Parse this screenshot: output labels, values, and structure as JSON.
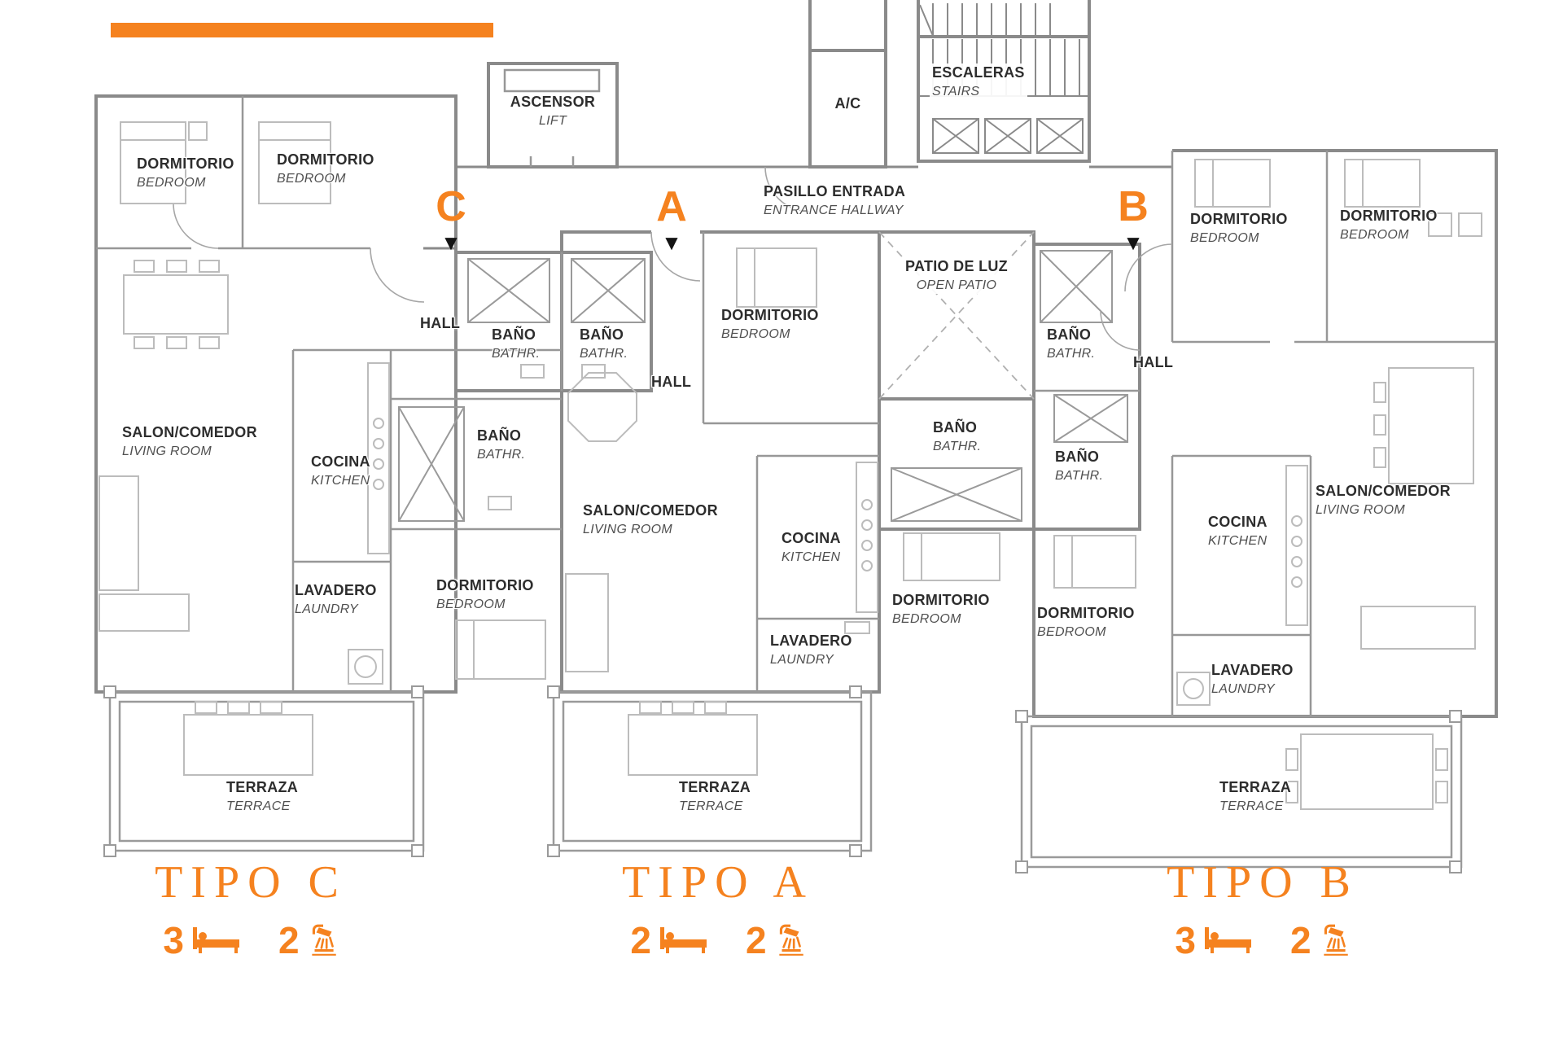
{
  "accent": "#F5821F",
  "markers": [
    {
      "letter": "C",
      "arrow": "▼"
    },
    {
      "letter": "A",
      "arrow": "▼"
    },
    {
      "letter": "B",
      "arrow": "▼"
    }
  ],
  "core": {
    "lift_es": "ASCENSOR",
    "lift_en": "LIFT",
    "ac_label": "A/C",
    "stairs_es": "ESCALERAS",
    "stairs_en": "STAIRS",
    "hallway_es": "PASILLO ENTRADA",
    "hallway_en": "ENTRANCE HALLWAY",
    "patio_es": "PATIO DE LUZ",
    "patio_en": "OPEN PATIO"
  },
  "rooms": [
    {
      "es": "DORMITORIO",
      "en": "BEDROOM"
    },
    {
      "es": "DORMITORIO",
      "en": "BEDROOM"
    },
    {
      "es": "SALON/COMEDOR",
      "en": "LIVING ROOM"
    },
    {
      "es": "COCINA",
      "en": "KITCHEN"
    },
    {
      "es": "LAVADERO",
      "en": "LAUNDRY"
    },
    {
      "es": "DORMITORIO",
      "en": "BEDROOM"
    },
    {
      "es": "HALL",
      "en": ""
    },
    {
      "es": "BAÑO",
      "en": "BATHR."
    },
    {
      "es": "BAÑO",
      "en": "BATHR."
    },
    {
      "es": "BAÑO",
      "en": "BATHR."
    },
    {
      "es": "TERRAZA",
      "en": "TERRACE"
    },
    {
      "es": "DORMITORIO",
      "en": "BEDROOM"
    },
    {
      "es": "HALL",
      "en": ""
    },
    {
      "es": "SALON/COMEDOR",
      "en": "LIVING ROOM"
    },
    {
      "es": "COCINA",
      "en": "KITCHEN"
    },
    {
      "es": "LAVADERO",
      "en": "LAUNDRY"
    },
    {
      "es": "BAÑO",
      "en": "BATHR."
    },
    {
      "es": "DORMITORIO",
      "en": "BEDROOM"
    },
    {
      "es": "TERRAZA",
      "en": "TERRACE"
    },
    {
      "es": "BAÑO",
      "en": "BATHR."
    },
    {
      "es": "HALL",
      "en": ""
    },
    {
      "es": "DORMITORIO",
      "en": "BEDROOM"
    },
    {
      "es": "DORMITORIO",
      "en": "BEDROOM"
    },
    {
      "es": "BAÑO",
      "en": "BATHR."
    },
    {
      "es": "COCINA",
      "en": "KITCHEN"
    },
    {
      "es": "SALON/COMEDOR",
      "en": "LIVING ROOM"
    },
    {
      "es": "DORMITORIO",
      "en": "BEDROOM"
    },
    {
      "es": "LAVADERO",
      "en": "LAUNDRY"
    },
    {
      "es": "TERRAZA",
      "en": "TERRACE"
    }
  ],
  "legend": [
    {
      "title": "TIPO C",
      "bedrooms": "3",
      "bathrooms": "2"
    },
    {
      "title": "TIPO A",
      "bedrooms": "2",
      "bathrooms": "2"
    },
    {
      "title": "TIPO B",
      "bedrooms": "3",
      "bathrooms": "2"
    }
  ]
}
